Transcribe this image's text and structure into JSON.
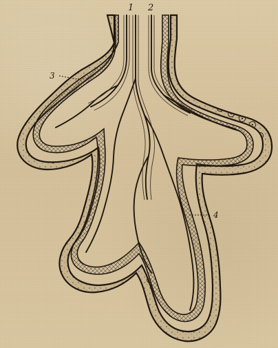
{
  "figure": {
    "labels": {
      "l1": "1",
      "l2": "2",
      "l3": "3",
      "l4": "4"
    }
  },
  "colors": {
    "paper": "#d8c6a1",
    "ink": "#1f170f",
    "mesh": "#4a3e31"
  }
}
